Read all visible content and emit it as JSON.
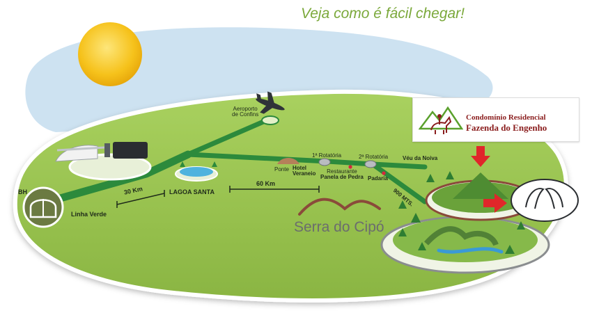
{
  "headline": "Veja como é fácil chegar!",
  "labels": {
    "bh": "BH",
    "linha_verde": "Linha Verde",
    "km30": "30 Km",
    "lagoa_santa": "LAGOA SANTA",
    "km60": "60 Km",
    "aeroporto_line1": "Aeroporto",
    "aeroporto_line2": "de Confins",
    "ponte_line1": "Ponte",
    "hotel_line1": "Hotel",
    "hotel_line2": "Veraneio",
    "rotatoria1": "1ª Rotatória",
    "rotatoria2": "2ª Rotatória",
    "restaurante_line1": "Restaurante",
    "restaurante_line2": "Panela de Pedra",
    "padaria": "Padaria",
    "veu_da_noiva": "Véu da Noiva",
    "mts900": "900 MTS.",
    "serra_do_cipo": "Serra do Cipó"
  },
  "logo": {
    "line1": "Condomínio Residencial",
    "line2": "Fazenda do Engenho"
  },
  "colors": {
    "land": "#9cc654",
    "land_dark": "#8ab542",
    "road": "#2c8a3c",
    "sky": "#c8dff0",
    "sun": "#f6c21b",
    "headline": "#7aa83a",
    "logo_text": "#8a1d1d",
    "arrow": "#e0262a"
  },
  "icons": [
    "sun-icon",
    "airplane-icon",
    "bh-city-icon",
    "brasilia-building-icon",
    "lagoa-icon",
    "bridge-icon",
    "mountain-icon",
    "horse-icon",
    "arrow-icon",
    "tree-icon"
  ]
}
